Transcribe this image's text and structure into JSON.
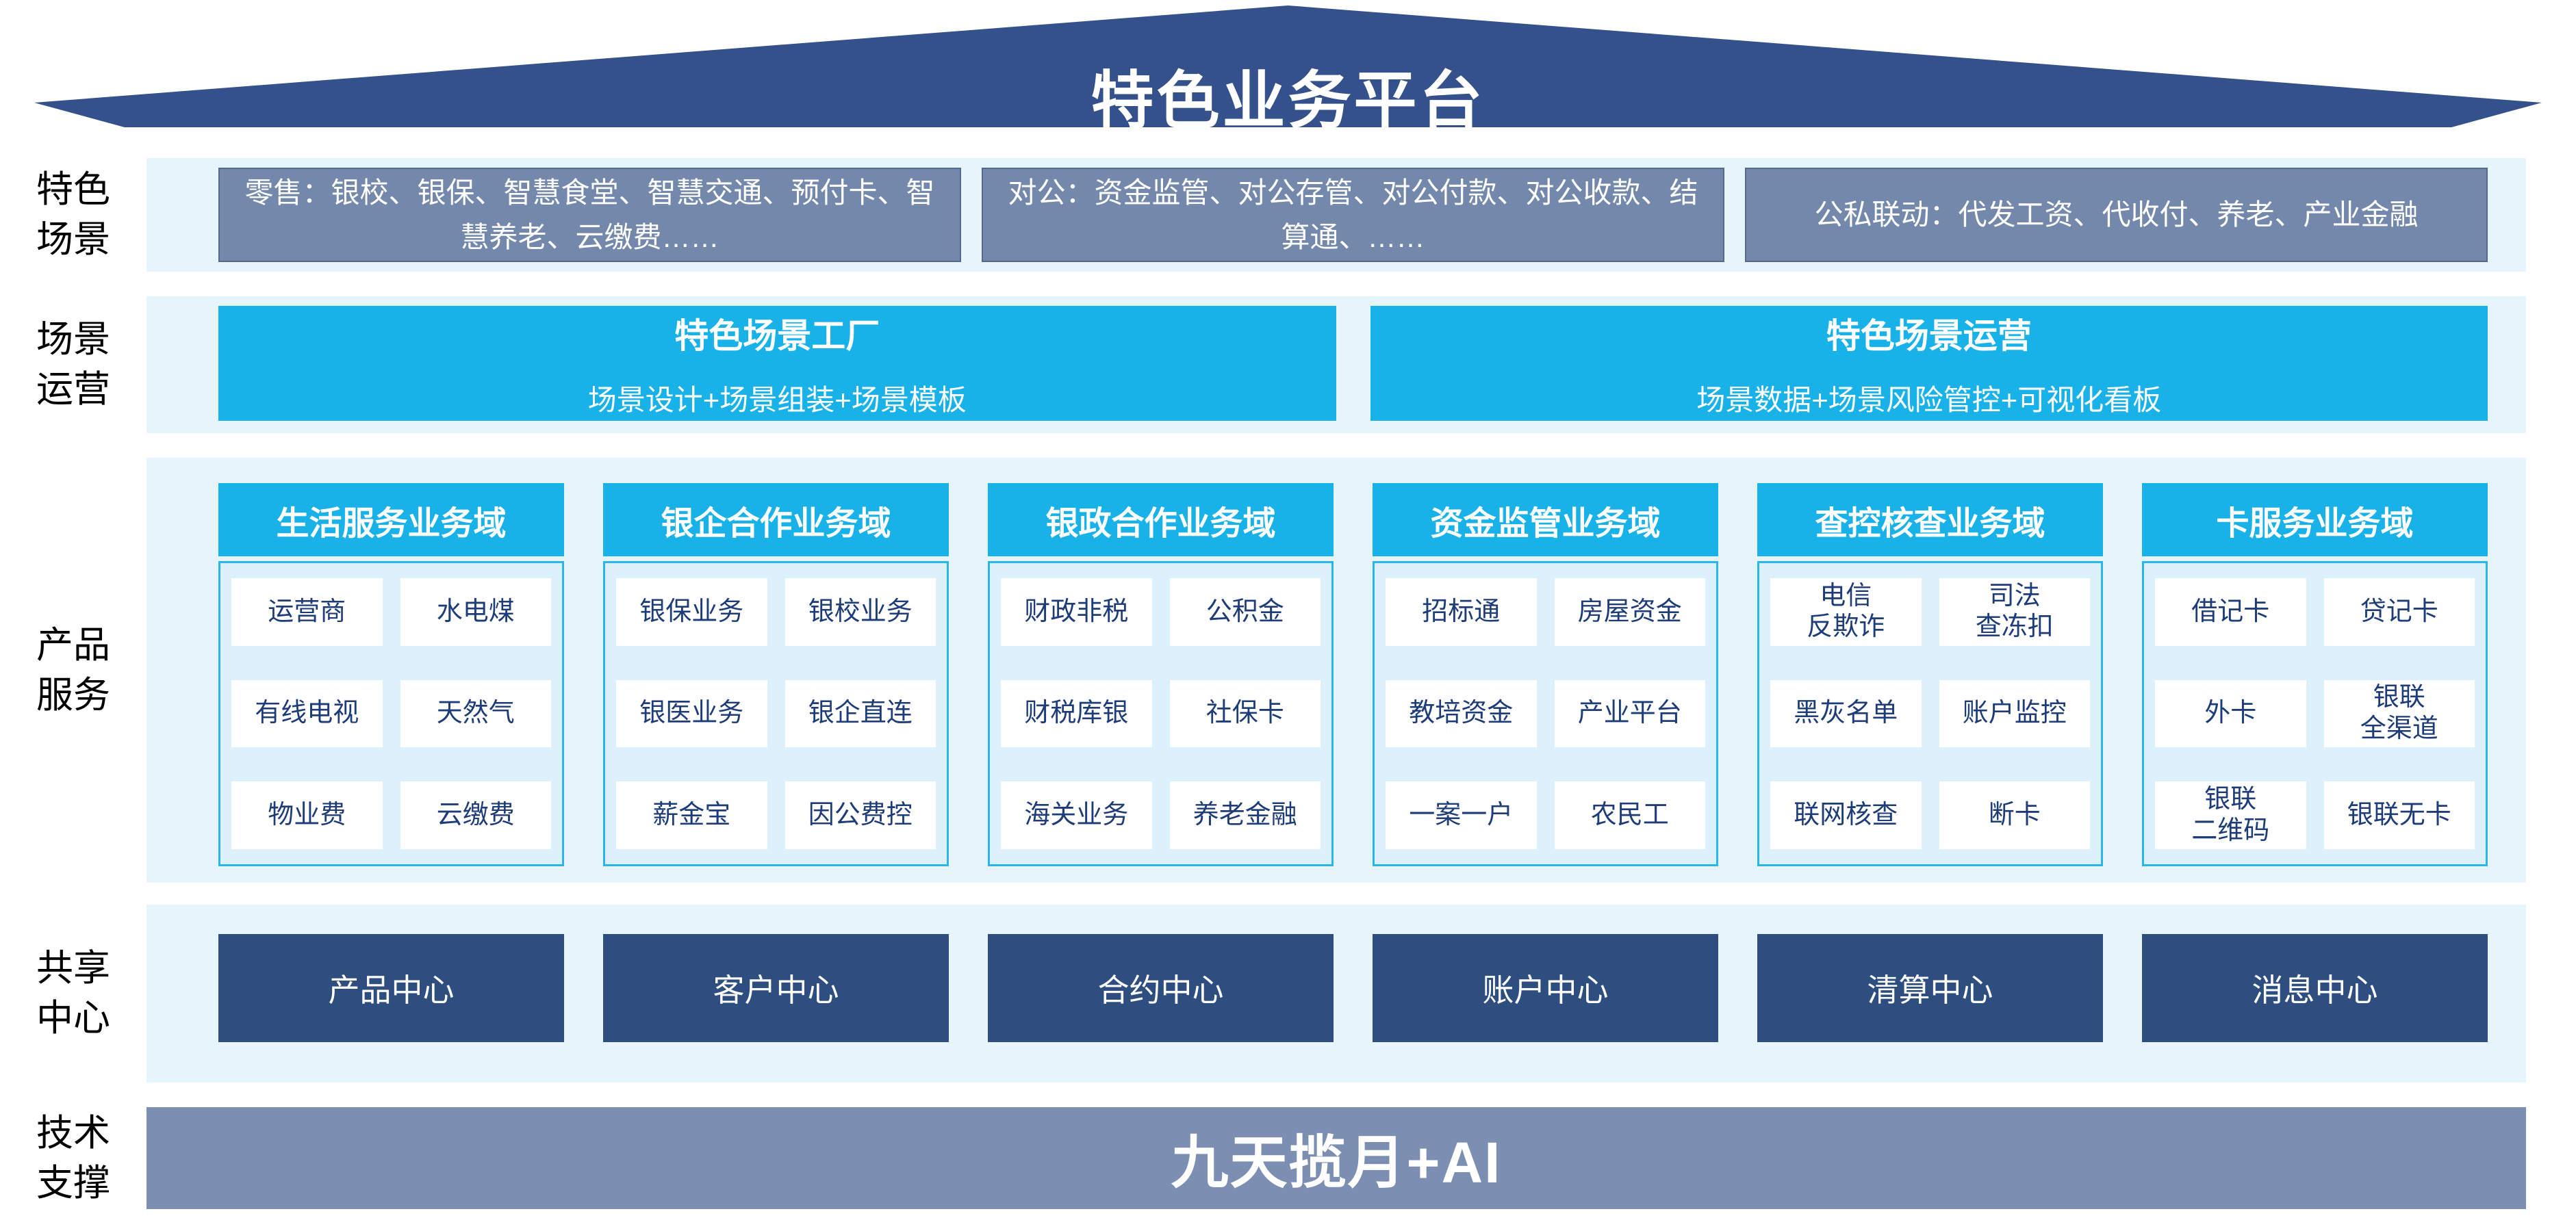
{
  "colors": {
    "roof": "#35518C",
    "band_background": "#E6F5FC",
    "scene_box": "#7488AC",
    "cyan_accent": "#18B2E9",
    "column_body": "#DCF1FB",
    "cell_text": "#1E3C78",
    "center_box": "#2E4E80",
    "tech_banner": "#7C8EB2"
  },
  "roof": {
    "title": "特色业务平台"
  },
  "sidebar": {
    "labels": [
      {
        "text": "特色\n场景"
      },
      {
        "text": "场景\n运营"
      },
      {
        "text": "产品\n服务"
      },
      {
        "text": "共享\n中心"
      },
      {
        "text": "技术\n支撑"
      }
    ]
  },
  "scenes": {
    "boxes": [
      {
        "text": "零售：银校、银保、智慧食堂、智慧交通、预付卡、智慧养老、云缴费……"
      },
      {
        "text": "对公：资金监管、对公存管、对公付款、对公收款、结算通、……"
      },
      {
        "text": "公私联动：代发工资、代收付、养老、产业金融"
      }
    ]
  },
  "operations": {
    "boxes": [
      {
        "title": "特色场景工厂",
        "subtitle": "场景设计+场景组装+场景模板"
      },
      {
        "title": "特色场景运营",
        "subtitle": "场景数据+场景风险管控+可视化看板"
      }
    ]
  },
  "products": {
    "columns": [
      {
        "header": "生活服务业务域",
        "cells": [
          "运营商",
          "水电煤",
          "有线电视",
          "天然气",
          "物业费",
          "云缴费"
        ]
      },
      {
        "header": "银企合作业务域",
        "cells": [
          "银保业务",
          "银校业务",
          "银医业务",
          "银企直连",
          "薪金宝",
          "因公费控"
        ]
      },
      {
        "header": "银政合作业务域",
        "cells": [
          "财政非税",
          "公积金",
          "财税库银",
          "社保卡",
          "海关业务",
          "养老金融"
        ]
      },
      {
        "header": "资金监管业务域",
        "cells": [
          "招标通",
          "房屋资金",
          "教培资金",
          "产业平台",
          "一案一户",
          "农民工"
        ]
      },
      {
        "header": "查控核查业务域",
        "cells": [
          "电信\n反欺诈",
          "司法\n查冻扣",
          "黑灰名单",
          "账户监控",
          "联网核查",
          "断卡"
        ]
      },
      {
        "header": "卡服务业务域",
        "cells": [
          "借记卡",
          "贷记卡",
          "外卡",
          "银联\n全渠道",
          "银联\n二维码",
          "银联无卡"
        ]
      }
    ]
  },
  "shared": {
    "boxes": [
      "产品中心",
      "客户中心",
      "合约中心",
      "账户中心",
      "清算中心",
      "消息中心"
    ]
  },
  "tech": {
    "banner": "九天揽月+AI"
  }
}
